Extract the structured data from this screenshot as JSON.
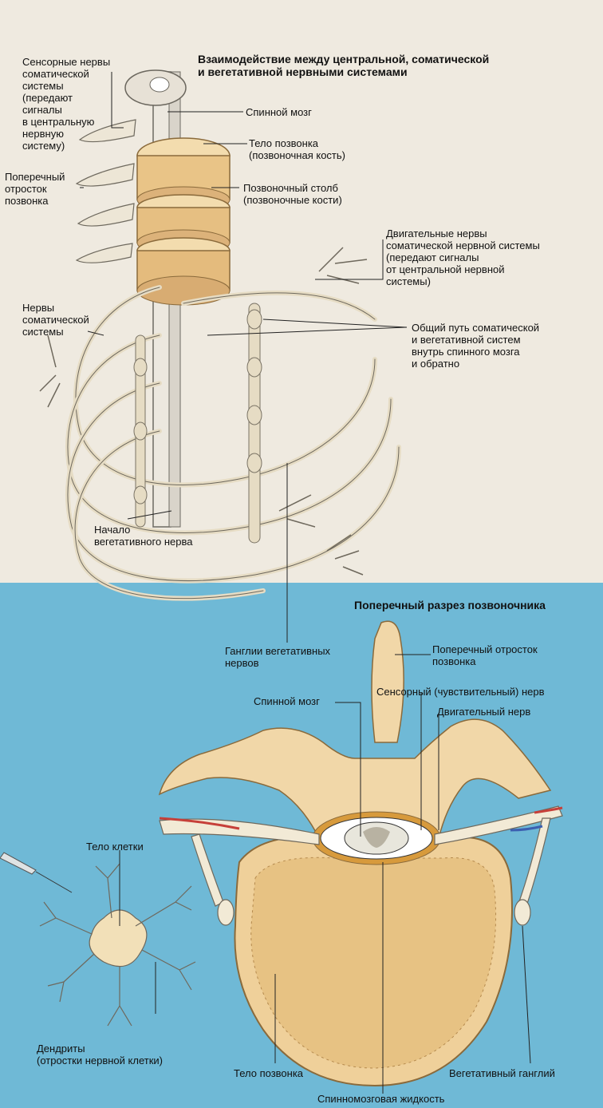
{
  "top_section": {
    "title": "Взаимодействие между центральной, соматической\nи вегетативной нервными системами",
    "labels": {
      "sensory": "Сенсорные нервы\nсоматической\nсистемы\n(передают\nсигналы\nв центральную\nнервную\nсистему)",
      "transverse": "Поперечный\nотросток\nпозвонка",
      "spinal_cord": "Спинной мозг",
      "vertebra_body": "Тело позвонка\n(позвоночная кость)",
      "column": "Позвоночный столб\n(позвоночные кости)",
      "motor": "Двигательные нервы\nсоматической нервной системы\n(передают сигналы\nот центральной нервной\nсистемы)",
      "somatic": "Нервы\nсоматической\nсистемы",
      "common_path": "Общий путь соматической\nи вегетативной систем\nвнутрь спинного мозга\nи обратно",
      "autonomic_start": "Начало\nвегетативного нерва",
      "ganglia": "Ганглии вегетативных\nнервов"
    }
  },
  "cross_section": {
    "title": "Поперечный разрез позвоночника",
    "labels": {
      "transverse": "Поперечный отросток\nпозвонка",
      "sensory": "Сенсорный (чувствительный) нерв",
      "spinal_cord": "Спинной мозг",
      "motor": "Двигательный нерв",
      "cell_body": "Тело клетки",
      "dendrites": "Дендриты\n(отростки нервной клетки)",
      "vertebra_body": "Тело позвонка",
      "autonomic_ganglion": "Вегетативный ганглий",
      "csf": "Спинномозговая жидкость"
    }
  },
  "colors": {
    "bone": "#f1d7a8",
    "bone_shade": "#d9b57a",
    "nerve": "#e8dcc0",
    "background_top": "#efeae0",
    "background_bottom": "#6fb9d6"
  }
}
